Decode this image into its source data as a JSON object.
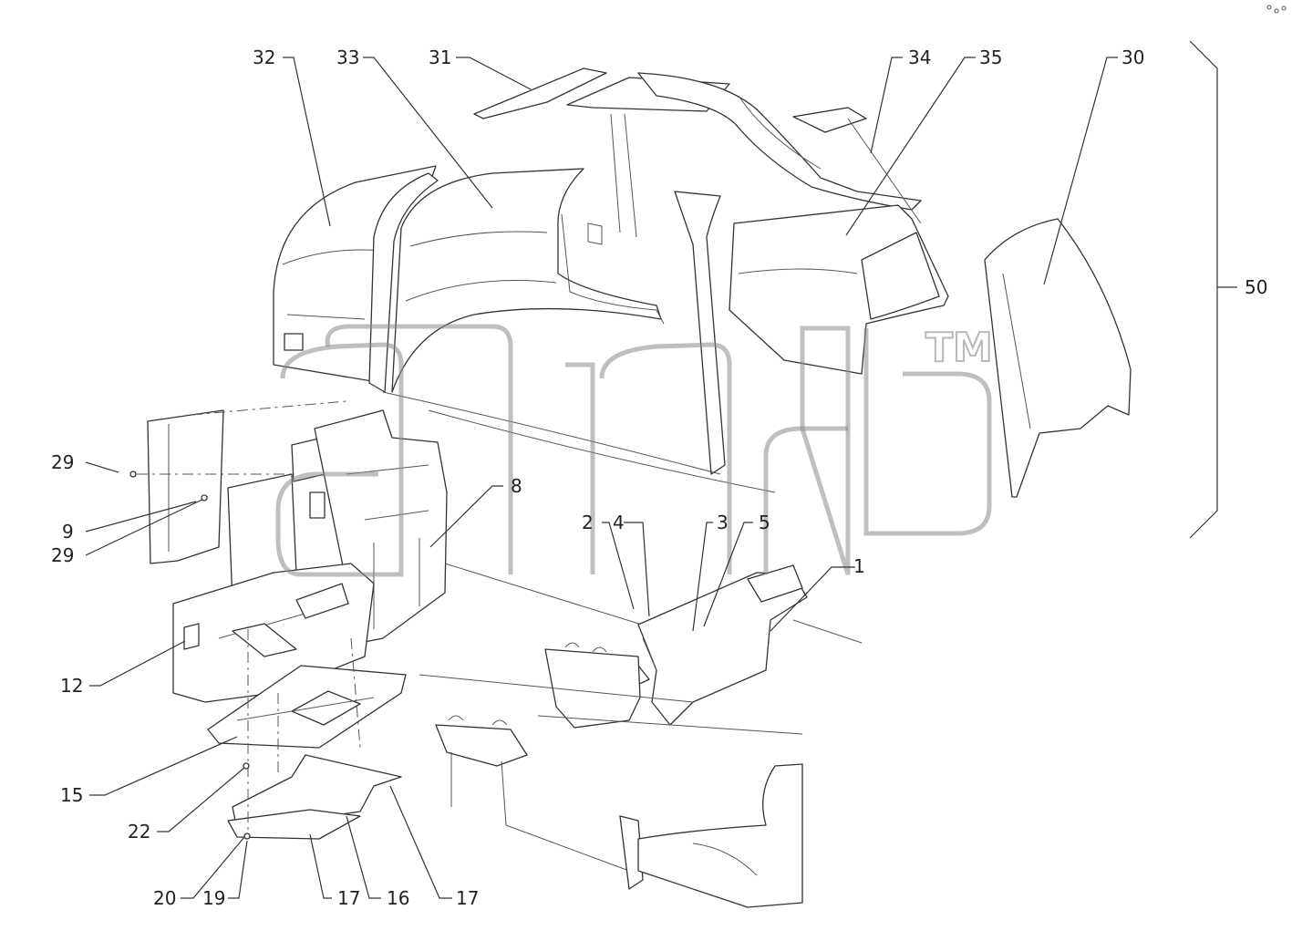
{
  "diagram": {
    "callouts": [
      {
        "id": "c32",
        "text": "32"
      },
      {
        "id": "c33",
        "text": "33"
      },
      {
        "id": "c31",
        "text": "31"
      },
      {
        "id": "c34",
        "text": "34"
      },
      {
        "id": "c35",
        "text": "35"
      },
      {
        "id": "c30",
        "text": "30"
      },
      {
        "id": "c50",
        "text": "50"
      },
      {
        "id": "c29a",
        "text": "29"
      },
      {
        "id": "c9",
        "text": "9"
      },
      {
        "id": "c29b",
        "text": "29"
      },
      {
        "id": "c8",
        "text": "8"
      },
      {
        "id": "c2",
        "text": "2"
      },
      {
        "id": "c4",
        "text": "4"
      },
      {
        "id": "c3",
        "text": "3"
      },
      {
        "id": "c5",
        "text": "5"
      },
      {
        "id": "c1",
        "text": "1"
      },
      {
        "id": "c12",
        "text": "12"
      },
      {
        "id": "c15",
        "text": "15"
      },
      {
        "id": "c22",
        "text": "22"
      },
      {
        "id": "c20",
        "text": "20"
      },
      {
        "id": "c19",
        "text": "19"
      },
      {
        "id": "c17a",
        "text": "17"
      },
      {
        "id": "c16",
        "text": "16"
      },
      {
        "id": "c17b",
        "text": "17"
      }
    ],
    "watermark": "TM"
  }
}
